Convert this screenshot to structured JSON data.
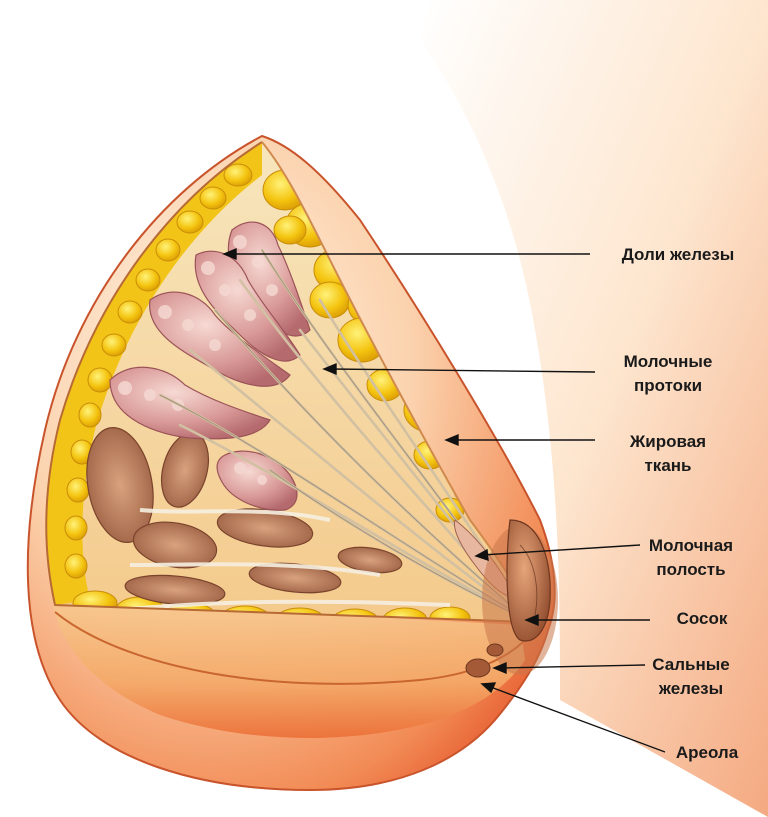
{
  "labels": {
    "lobes": "Доли железы",
    "ducts_1": "Молочные",
    "ducts_2": "протоки",
    "fat_1": "Жировая",
    "fat_2": "ткань",
    "sinus_1": "Молочная",
    "sinus_2": "полость",
    "nipple": "Сосок",
    "glands_1": "Сальные",
    "glands_2": "железы",
    "areola": "Ареола"
  },
  "colors": {
    "skin_light": "#fde6cf",
    "skin_mid": "#f6b07a",
    "skin_dark": "#e8562a",
    "fat": "#f3c613",
    "fat_highlight": "#fff07a",
    "lobe": "#d88c8c",
    "lobe_light": "#f2c9c4",
    "muscle": "#b47654",
    "duct": "#c9b59a",
    "arrow": "#111111"
  }
}
